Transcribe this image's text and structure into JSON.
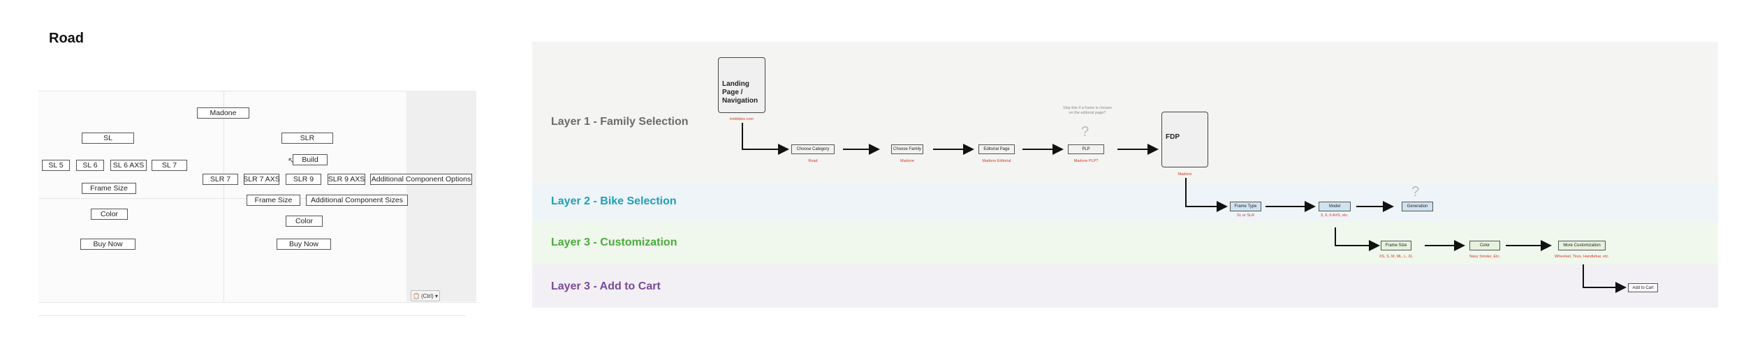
{
  "page_title": "Road",
  "left_canvas": {
    "madone": "Madone",
    "sl": "SL",
    "slr": "SLR",
    "build": "Build",
    "sl_models": [
      "SL 5",
      "SL 6",
      "SL 6 AXS",
      "SL 7"
    ],
    "slr_models": [
      "SLR 7",
      "SLR 7 AXS",
      "SLR 9",
      "SLR 9 AXS"
    ],
    "additional_component_options": "Additional Component Options",
    "frame_size_sl": "Frame Size",
    "frame_size_slr": "Frame Size",
    "additional_component_sizes": "Additional Component Sizes",
    "color_sl": "Color",
    "color_slr": "Color",
    "buy_now_sl": "Buy Now",
    "buy_now_slr": "Buy Now",
    "paste_options": "(Ctrl) ▾"
  },
  "flow": {
    "layers": [
      {
        "label": "Layer 1 - Family Selection",
        "color": "#6b6b6b",
        "bg": "#f4f4f2"
      },
      {
        "label": "Layer 2 - Bike Selection",
        "color": "#1fa0b8",
        "bg": "#eef4f8"
      },
      {
        "label": "Layer 3 - Customization",
        "color": "#4aab3c",
        "bg": "#f0f7ec"
      },
      {
        "label": "Layer 3 - Add to Cart",
        "color": "#7a4a9a",
        "bg": "#f2f0f5"
      }
    ],
    "landing": {
      "label": "Landing Page / Navigation",
      "sub": "trekbikes.com"
    },
    "steps_layer1": [
      {
        "label": "Choose Category",
        "sub": "Road"
      },
      {
        "label": "Choose Family",
        "sub": "Madone"
      },
      {
        "label": "Editorial Page",
        "sub": "Madone Editorial"
      },
      {
        "label": "PLP",
        "sub": "Madone PLP?"
      }
    ],
    "plp_note": "Skip this if a frame is chosen on the editorial page?",
    "question_mark": "?",
    "fdp": {
      "label": "FDP",
      "sub": "Madone"
    },
    "steps_layer2": [
      {
        "label": "Frame Type",
        "sub": "SL or SLR"
      },
      {
        "label": "Model",
        "sub": "5, 6, 6 AXS, etc."
      },
      {
        "label": "Generation",
        "sub": ""
      }
    ],
    "steps_layer3": [
      {
        "label": "Frame Size",
        "sub": "XS, S, M, ML, L, XL"
      },
      {
        "label": "Color",
        "sub": "Navy Smoke, Etc."
      },
      {
        "label": "More Customization",
        "sub": "Wheelset, Tires, Handlebar, etc."
      }
    ],
    "add_to_cart": {
      "label": "Add to Cart"
    }
  }
}
